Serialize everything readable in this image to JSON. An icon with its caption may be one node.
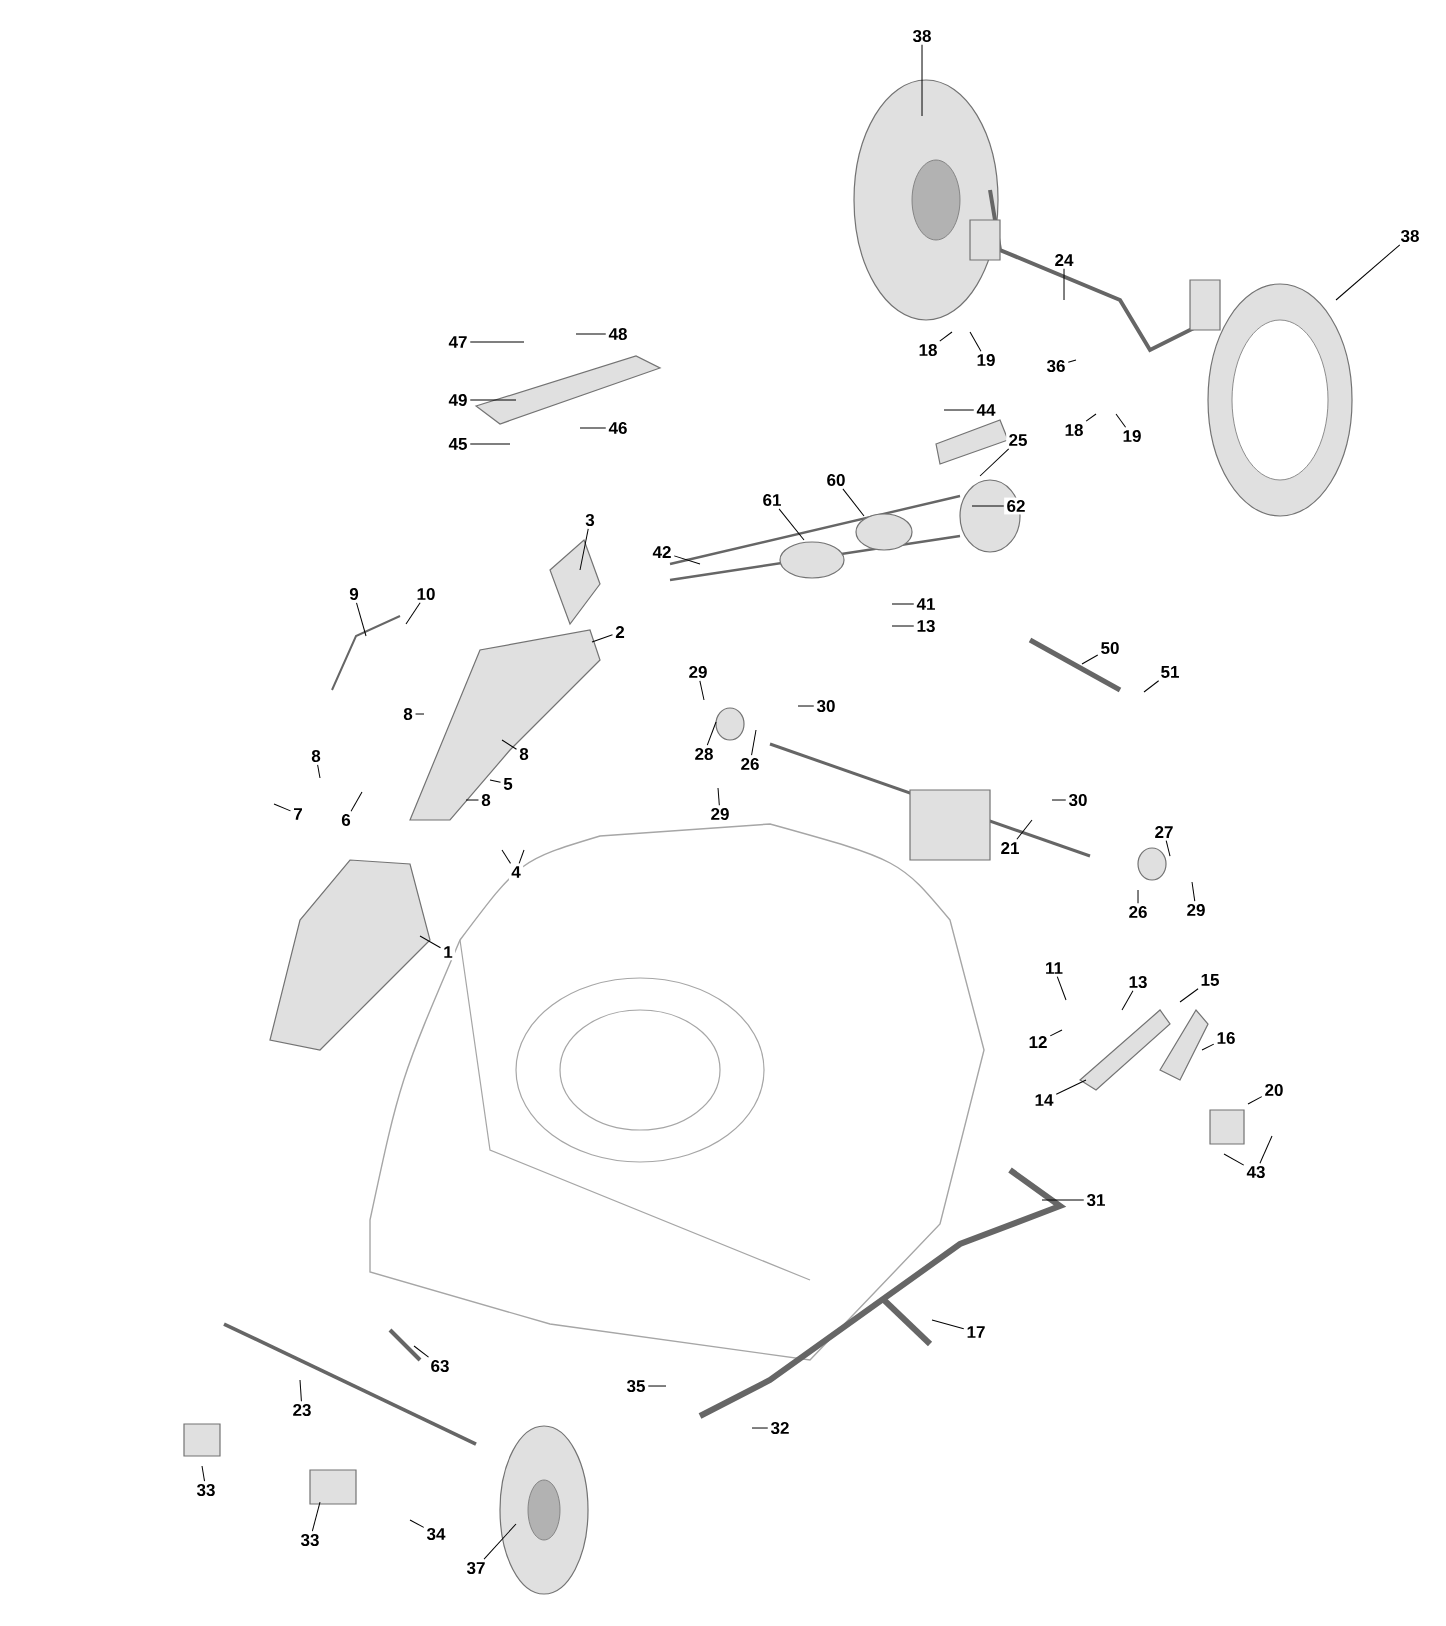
{
  "diagram": {
    "nodes": [
      {
        "text": [
          "38"
        ]
      },
      {
        "text": [
          "38"
        ]
      },
      {
        "text": [
          "24"
        ]
      },
      {
        "text": [
          "47"
        ]
      },
      {
        "text": [
          "48"
        ]
      },
      {
        "text": [
          "49"
        ]
      },
      {
        "text": [
          "45"
        ]
      },
      {
        "text": [
          "46"
        ]
      },
      {
        "text": [
          "18"
        ]
      },
      {
        "text": [
          "19"
        ]
      },
      {
        "text": [
          "36"
        ]
      },
      {
        "text": [
          "44"
        ]
      },
      {
        "text": [
          "25"
        ]
      },
      {
        "text": [
          "18"
        ]
      },
      {
        "text": [
          "19"
        ]
      },
      {
        "text": [
          "60"
        ]
      },
      {
        "text": [
          "61"
        ]
      },
      {
        "text": [
          "62"
        ]
      },
      {
        "text": [
          "42"
        ]
      },
      {
        "text": [
          "3"
        ]
      },
      {
        "text": [
          "9"
        ]
      },
      {
        "text": [
          "10"
        ]
      },
      {
        "text": [
          "41"
        ]
      },
      {
        "text": [
          "13"
        ]
      },
      {
        "text": [
          "2"
        ]
      },
      {
        "text": [
          "50"
        ]
      },
      {
        "text": [
          "51"
        ]
      },
      {
        "text": [
          "29"
        ]
      },
      {
        "text": [
          "30"
        ]
      },
      {
        "text": [
          "28"
        ]
      },
      {
        "text": [
          "26"
        ]
      },
      {
        "text": [
          "29"
        ]
      },
      {
        "text": [
          "8"
        ]
      },
      {
        "text": [
          "8"
        ]
      },
      {
        "text": [
          "7"
        ]
      },
      {
        "text": [
          "6"
        ]
      },
      {
        "text": [
          "8"
        ]
      },
      {
        "text": [
          "5"
        ]
      },
      {
        "text": [
          "8"
        ]
      },
      {
        "text": [
          "4"
        ]
      },
      {
        "text": [
          "30"
        ]
      },
      {
        "text": [
          "21"
        ]
      },
      {
        "text": [
          "27"
        ]
      },
      {
        "text": [
          "26"
        ]
      },
      {
        "text": [
          "29"
        ]
      },
      {
        "text": [
          "1"
        ]
      },
      {
        "text": [
          "11"
        ]
      },
      {
        "text": [
          "13"
        ]
      },
      {
        "text": [
          "12"
        ]
      },
      {
        "text": [
          "15"
        ]
      },
      {
        "text": [
          "16"
        ]
      },
      {
        "text": [
          "14"
        ]
      },
      {
        "text": [
          "20"
        ]
      },
      {
        "text": [
          "43"
        ]
      },
      {
        "text": [
          "31"
        ]
      },
      {
        "text": [
          "17"
        ]
      },
      {
        "text": [
          "63"
        ]
      },
      {
        "text": [
          "35"
        ]
      },
      {
        "text": [
          "32"
        ]
      },
      {
        "text": [
          "23"
        ]
      },
      {
        "text": [
          "33"
        ]
      },
      {
        "text": [
          "33"
        ]
      },
      {
        "text": [
          "34"
        ]
      },
      {
        "text": [
          "37"
        ]
      }
    ],
    "edges": [
      {
        "from": 0,
        "to": null,
        "arrow": "none"
      },
      {
        "from": 1,
        "to": null,
        "arrow": "none"
      },
      {
        "from": 2,
        "to": null,
        "arrow": "none"
      },
      {
        "from": 3,
        "to": null,
        "arrow": "none"
      },
      {
        "from": 4,
        "to": null,
        "arrow": "none"
      },
      {
        "from": 5,
        "to": null,
        "arrow": "none"
      },
      {
        "from": 6,
        "to": null,
        "arrow": "none"
      },
      {
        "from": 7,
        "to": null,
        "arrow": "none"
      },
      {
        "from": 8,
        "to": null,
        "arrow": "none"
      },
      {
        "from": 9,
        "to": null,
        "arrow": "none"
      },
      {
        "from": 10,
        "to": null,
        "arrow": "none"
      },
      {
        "from": 11,
        "to": null,
        "arrow": "none"
      },
      {
        "from": 12,
        "to": null,
        "arrow": "none"
      },
      {
        "from": 13,
        "to": null,
        "arrow": "none"
      },
      {
        "from": 14,
        "to": null,
        "arrow": "none"
      },
      {
        "from": 15,
        "to": null,
        "arrow": "none"
      },
      {
        "from": 16,
        "to": null,
        "arrow": "none"
      },
      {
        "from": 17,
        "to": null,
        "arrow": "none"
      },
      {
        "from": 18,
        "to": null,
        "arrow": "none"
      },
      {
        "from": 19,
        "to": null,
        "arrow": "none"
      },
      {
        "from": 20,
        "to": null,
        "arrow": "none"
      },
      {
        "from": 21,
        "to": null,
        "arrow": "none"
      },
      {
        "from": 22,
        "to": null,
        "arrow": "none"
      },
      {
        "from": 23,
        "to": null,
        "arrow": "none"
      },
      {
        "from": 24,
        "to": null,
        "arrow": "none"
      },
      {
        "from": 25,
        "to": null,
        "arrow": "none"
      },
      {
        "from": 26,
        "to": null,
        "arrow": "none"
      },
      {
        "from": 27,
        "to": null,
        "arrow": "none"
      },
      {
        "from": 28,
        "to": null,
        "arrow": "none"
      },
      {
        "from": 29,
        "to": null,
        "arrow": "none"
      },
      {
        "from": 30,
        "to": null,
        "arrow": "none"
      },
      {
        "from": 31,
        "to": null,
        "arrow": "none"
      },
      {
        "from": 32,
        "to": null,
        "arrow": "none"
      },
      {
        "from": 33,
        "to": null,
        "arrow": "none"
      },
      {
        "from": 34,
        "to": null,
        "arrow": "none"
      },
      {
        "from": 35,
        "to": null,
        "arrow": "none"
      },
      {
        "from": 36,
        "to": null,
        "arrow": "none"
      },
      {
        "from": 37,
        "to": null,
        "arrow": "none"
      },
      {
        "from": 38,
        "to": null,
        "arrow": "none"
      },
      {
        "from": 39,
        "to": null,
        "arrow": "none"
      },
      {
        "from": 39,
        "to": null,
        "arrow": "none"
      },
      {
        "from": 40,
        "to": null,
        "arrow": "none"
      },
      {
        "from": 41,
        "to": null,
        "arrow": "none"
      },
      {
        "from": 42,
        "to": null,
        "arrow": "none"
      },
      {
        "from": 43,
        "to": null,
        "arrow": "none"
      },
      {
        "from": 44,
        "to": null,
        "arrow": "none"
      },
      {
        "from": 45,
        "to": null,
        "arrow": "none"
      },
      {
        "from": 46,
        "to": null,
        "arrow": "none"
      },
      {
        "from": 47,
        "to": null,
        "arrow": "none"
      },
      {
        "from": 48,
        "to": null,
        "arrow": "none"
      },
      {
        "from": 49,
        "to": null,
        "arrow": "none"
      },
      {
        "from": 50,
        "to": null,
        "arrow": "none"
      },
      {
        "from": 51,
        "to": null,
        "arrow": "none"
      },
      {
        "from": 52,
        "to": null,
        "arrow": "none"
      },
      {
        "from": 53,
        "to": null,
        "arrow": "none"
      },
      {
        "from": 53,
        "to": null,
        "arrow": "none"
      },
      {
        "from": 54,
        "to": null,
        "arrow": "none"
      },
      {
        "from": 55,
        "to": null,
        "arrow": "none"
      },
      {
        "from": 56,
        "to": null,
        "arrow": "none"
      },
      {
        "from": 57,
        "to": null,
        "arrow": "none"
      },
      {
        "from": 58,
        "to": null,
        "arrow": "none"
      },
      {
        "from": 59,
        "to": null,
        "arrow": "none"
      },
      {
        "from": 60,
        "to": null,
        "arrow": "none"
      },
      {
        "from": 61,
        "to": null,
        "arrow": "none"
      },
      {
        "from": 62,
        "to": null,
        "arrow": "none"
      },
      {
        "from": 63,
        "to": null,
        "arrow": "none"
      }
    ]
  }
}
